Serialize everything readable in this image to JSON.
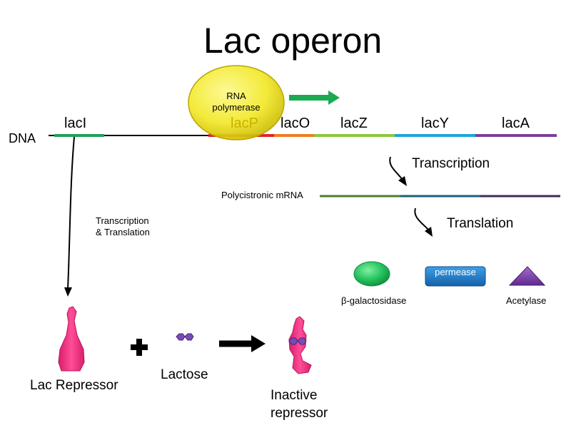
{
  "title": "Lac operon",
  "dna_label": "DNA",
  "genes": {
    "lacI": "lacI",
    "lacP": "lacP",
    "lacO": "lacO",
    "lacZ": "lacZ",
    "lacY": "lacY",
    "lacA": "lacA"
  },
  "rna_polymerase": [
    "RNA",
    "polymerase"
  ],
  "transcription": "Transcription",
  "translation": "Translation",
  "mrna_label": "Polycistronic mRNA",
  "repressor_path_label": [
    "Transcription",
    "& Translation"
  ],
  "products": {
    "beta_gal": "β-galactosidase",
    "permease": "permease",
    "acetylase": "Acetylase"
  },
  "lac_repressor": "Lac Repressor",
  "lactose": "Lactose",
  "inactive_repressor": [
    "Inactive",
    "repressor"
  ],
  "colors": {
    "lacI": "#1fa05a",
    "lacP": "#e0242a",
    "lacO": "#f07c1e",
    "lacZ": "#8dc63f",
    "lacY": "#1ca6d9",
    "lacA": "#7c3f98",
    "mrna_z": "#4e7a34",
    "mrna_y": "#1b5e7a",
    "mrna_a": "#3f2b5e",
    "rna_polymerase": "#f2e829",
    "arrow_green": "#1aaa50",
    "repressor": "#ef2a80",
    "lactose": "#7b4bb3",
    "beta_gal": "#21c05c",
    "permease": "#1c7ac8",
    "acetylase": "#7d3dab"
  }
}
